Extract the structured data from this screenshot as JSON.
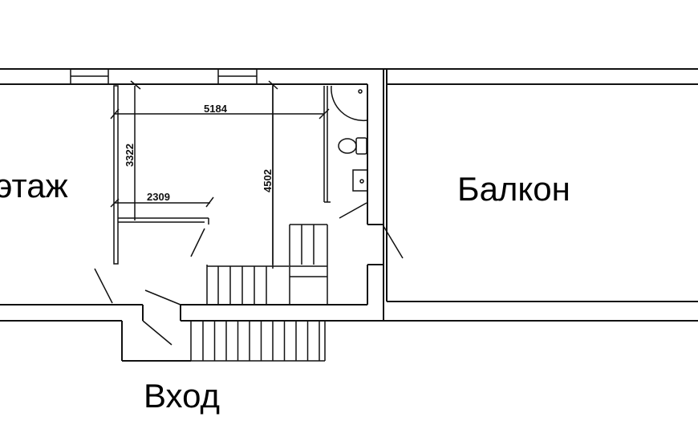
{
  "labels": {
    "floor": "этаж",
    "balcony": "Балкон",
    "entrance": "Вход"
  },
  "dimensions": {
    "width_top": "5184",
    "left_height": "3322",
    "closet_width": "2309",
    "hall_height": "4502"
  }
}
